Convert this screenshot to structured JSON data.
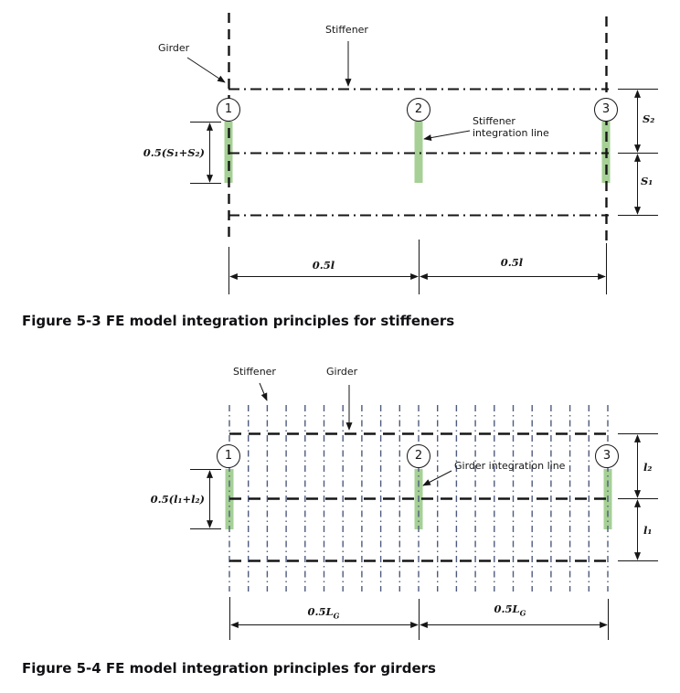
{
  "figure1": {
    "labels": {
      "girder": "Girder",
      "stiffener": "Stiffener",
      "integration_line_1": "Stiffener",
      "integration_line_2": "integration line"
    },
    "markers": [
      "1",
      "2",
      "3"
    ],
    "dims": {
      "left": "0.5(S₁+S₂)",
      "s2": "S₂",
      "s1": "S₁",
      "span_left": "0.5l",
      "span_right": "0.5l"
    },
    "caption": "Figure 5-3 FE model integration principles for stiffeners"
  },
  "figure2": {
    "labels": {
      "stiffener": "Stiffener",
      "girder": "Girder",
      "integration_line": "Girder integration line"
    },
    "markers": [
      "1",
      "2",
      "3"
    ],
    "dims": {
      "left": "0.5(l₁+l₂)",
      "l2": "l₂",
      "l1": "l₁",
      "span_main": "0.5L",
      "span_sub": "G"
    },
    "caption": "Figure 5-4 FE model integration principles for girders"
  },
  "colors": {
    "line": "#161616",
    "stiffener_grid": "#4e5a7d",
    "integration_green": "#a6d096"
  }
}
